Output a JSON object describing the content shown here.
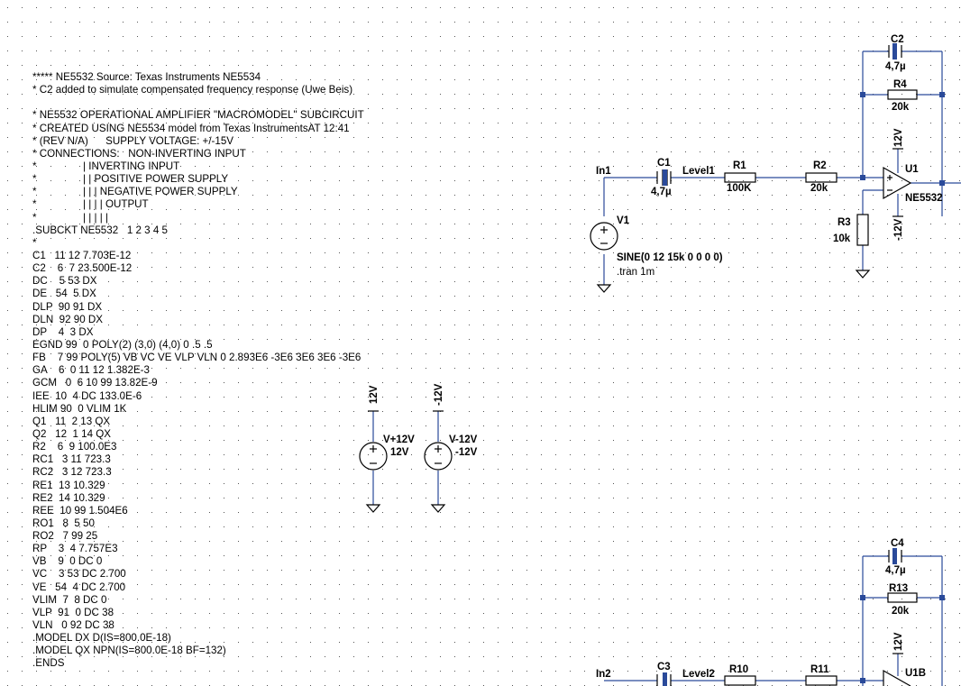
{
  "netlist": [
    "***** NE5532 Source: Texas Instruments NE5534",
    "* C2 added to simulate compensated frequency response (Uwe Beis)",
    "",
    "* NE5532 OPERATIONAL AMPLIFIER \"MACROMODEL\" SUBCIRCUIT",
    "* CREATED USING NE5534 model from Texas InstrumentsAT 12:41",
    "* (REV N/A)      SUPPLY VOLTAGE: +/-15V",
    "* CONNECTIONS:   NON-INVERTING INPUT",
    "*                | INVERTING INPUT",
    "*                | | POSITIVE POWER SUPPLY",
    "*                | | | NEGATIVE POWER SUPPLY",
    "*                | | | | OUTPUT",
    "*                | | | | |",
    ".SUBCKT NE5532   1 2 3 4 5",
    "*",
    "C1   11 12 7.703E-12",
    "C2    6  7 23.500E-12",
    "DC    5 53 DX",
    "DE   54  5 DX",
    "DLP  90 91 DX",
    "DLN  92 90 DX",
    "DP    4  3 DX",
    "EGND 99  0 POLY(2) (3,0) (4,0) 0 .5 .5",
    "FB    7 99 POLY(5) VB VC VE VLP VLN 0 2.893E6 -3E6 3E6 3E6 -3E6",
    "GA    6  0 11 12 1.382E-3",
    "GCM   0  6 10 99 13.82E-9",
    "IEE  10  4 DC 133.0E-6",
    "HLIM 90  0 VLIM 1K",
    "Q1   11  2 13 QX",
    "Q2   12  1 14 QX",
    "R2    6  9 100.0E3",
    "RC1   3 11 723.3",
    "RC2   3 12 723.3",
    "RE1  13 10.329",
    "RE2  14 10.329",
    "REE  10 99 1.504E6",
    "RO1   8  5 50",
    "RO2   7 99 25",
    "RP    3  4 7.757E3",
    "VB    9  0 DC 0",
    "VC    3 53 DC 2.700",
    "VE   54  4 DC 2.700",
    "VLIM  7  8 DC 0",
    "VLP  91  0 DC 38",
    "VLN   0 92 DC 38",
    ".MODEL DX D(IS=800.0E-18)",
    ".MODEL QX NPN(IS=800.0E-18 BF=132)",
    ".ENDS"
  ],
  "schematic": {
    "stage1": {
      "input_net": "In1",
      "mid_net": "Level1",
      "c1": {
        "ref": "C1",
        "value": "4,7µ"
      },
      "r1": {
        "ref": "R1",
        "value": "100K"
      },
      "r2": {
        "ref": "R2",
        "value": "20k"
      },
      "r3": {
        "ref": "R3",
        "value": "10k"
      },
      "c2": {
        "ref": "C2",
        "value": "4,7µ"
      },
      "r4": {
        "ref": "R4",
        "value": "20k"
      },
      "opamp": {
        "ref": "U1",
        "model": "NE5532"
      },
      "pos_rail": "12V",
      "neg_rail": "-12V",
      "source": {
        "ref": "V1",
        "spec": "SINE(0 12 15k 0 0 0 0)",
        "directive": ".tran 1m"
      }
    },
    "supplies": {
      "pos": {
        "net": "12V",
        "ref": "V+12V",
        "value": "12V"
      },
      "neg": {
        "net": "-12V",
        "ref": "V-12V",
        "value": "-12V"
      }
    },
    "stage2": {
      "input_net": "In2",
      "mid_net": "Level2",
      "c3": {
        "ref": "C3"
      },
      "r10": {
        "ref": "R10"
      },
      "r11": {
        "ref": "R11"
      },
      "c4": {
        "ref": "C4",
        "value": "4,7µ"
      },
      "r13": {
        "ref": "R13",
        "value": "20k"
      },
      "opamp": {
        "ref": "U1B"
      },
      "pos_rail": "12V"
    },
    "colors": {
      "wire": "#2a4a9a",
      "part": "#000000",
      "grid": "#555555",
      "background": "#ffffff"
    }
  }
}
